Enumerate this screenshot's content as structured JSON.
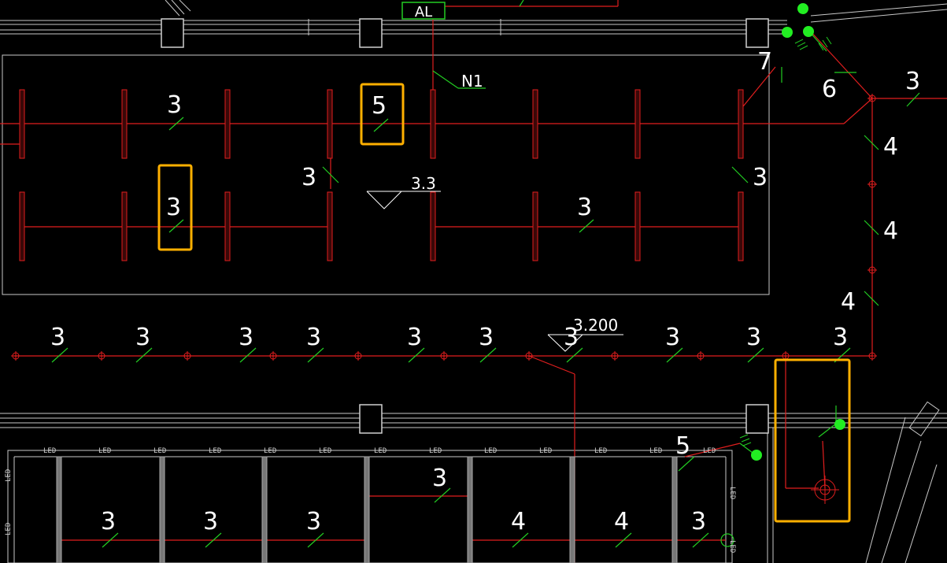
{
  "panel": {
    "label": "AL",
    "circuit": "N1"
  },
  "elevations": [
    "3.3",
    "3.200"
  ],
  "circuit_counts": {
    "upper_row1": [
      "3",
      "5"
    ],
    "upper_row2": [
      "3",
      "3"
    ],
    "upper_side": [
      "3",
      "3"
    ],
    "right_riser": [
      "7",
      "6",
      "3",
      "4",
      "4",
      "4"
    ],
    "corridor": [
      "3",
      "3",
      "3",
      "3",
      "3",
      "3",
      "3",
      "3",
      "3",
      "3"
    ],
    "lower": [
      "3",
      "3",
      "3",
      "3",
      "4",
      "4",
      "3",
      "5"
    ]
  },
  "led_label": "LED",
  "colors": {
    "wire": "#e11e1e",
    "highlight": "#ffb000",
    "device_green": "#22ee22",
    "wall": "#c8c8c8",
    "text": "#ffffff"
  }
}
